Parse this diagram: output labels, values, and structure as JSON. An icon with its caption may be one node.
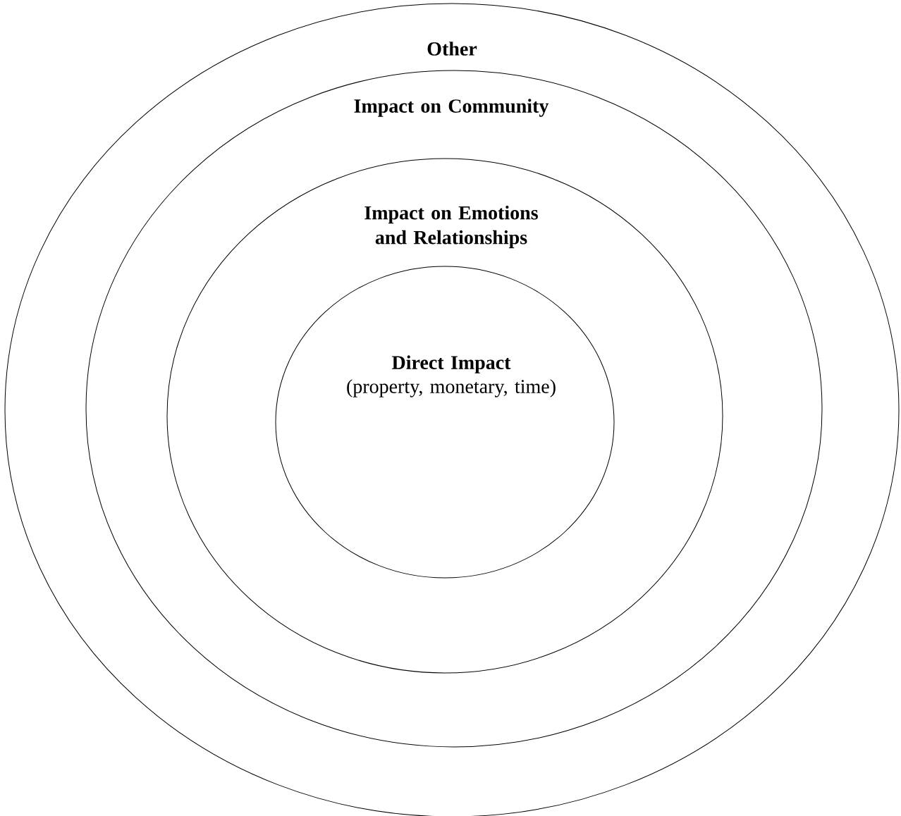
{
  "diagram": {
    "nodes": [
      {
        "text": [
          "Other"
        ]
      },
      {
        "text": [
          "Impact on Community"
        ],
        "in": 0
      },
      {
        "text": [
          "Impact on Emotions and Relationships"
        ],
        "in": 1
      },
      {
        "text": [
          "Direct Impact",
          "(property, monetary, time)"
        ],
        "in": 2
      }
    ]
  }
}
